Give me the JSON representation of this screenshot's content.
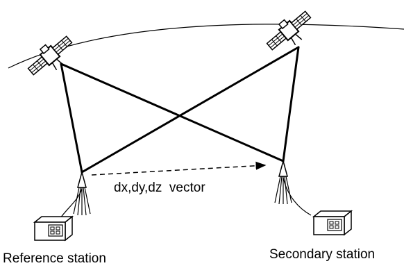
{
  "labels": {
    "vector": "dx,dy,dz  vector",
    "reference_station": "Reference station",
    "secondary_station": "Secondary station"
  },
  "colors": {
    "ink": "#000000",
    "background": "#ffffff"
  },
  "icons": [
    "satellite-icon",
    "antenna-tripod-icon",
    "receiver-box-icon"
  ]
}
